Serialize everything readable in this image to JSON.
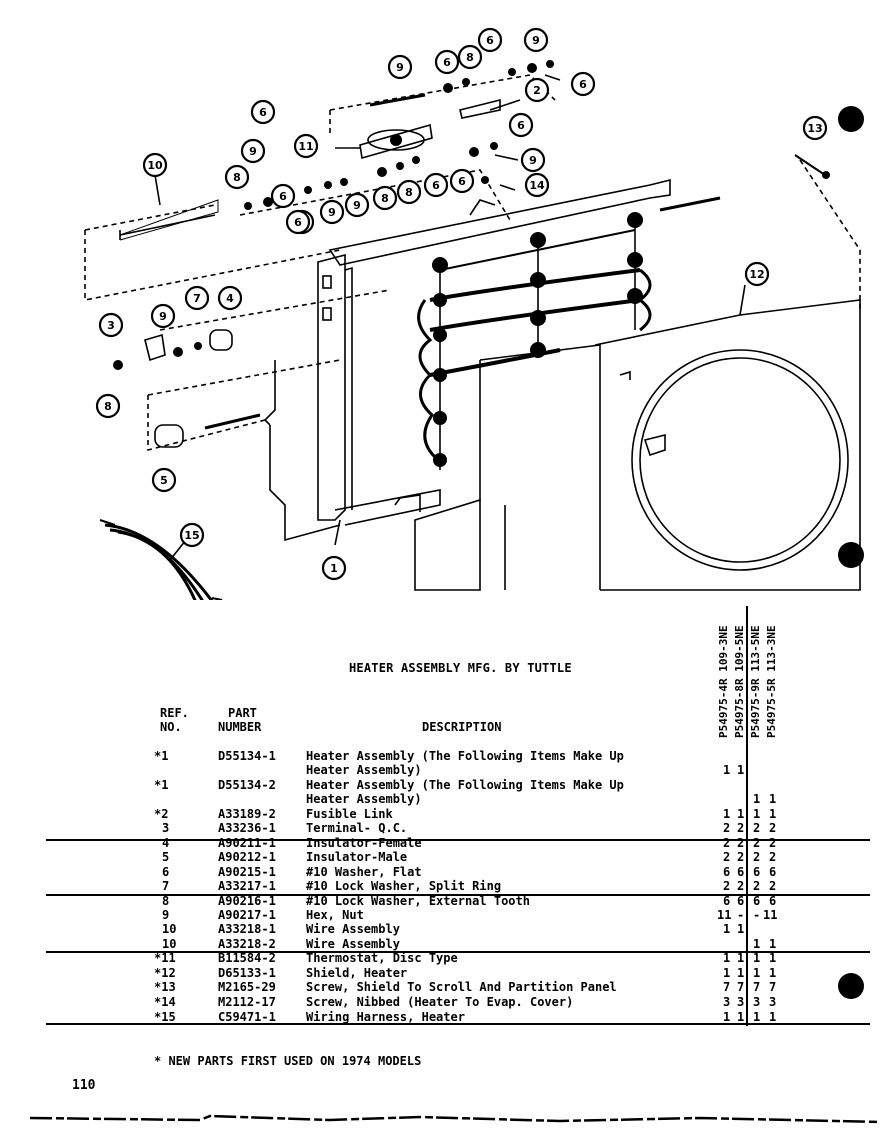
{
  "diagram": {
    "callouts": [
      {
        "n": "1"
      },
      {
        "n": "2"
      },
      {
        "n": "3"
      },
      {
        "n": "4"
      },
      {
        "n": "5"
      },
      {
        "n": "6"
      },
      {
        "n": "6"
      },
      {
        "n": "6"
      },
      {
        "n": "6"
      },
      {
        "n": "6"
      },
      {
        "n": "6"
      },
      {
        "n": "6"
      },
      {
        "n": "6"
      },
      {
        "n": "6"
      },
      {
        "n": "6"
      },
      {
        "n": "7"
      },
      {
        "n": "8"
      },
      {
        "n": "8"
      },
      {
        "n": "8"
      },
      {
        "n": "8"
      },
      {
        "n": "8"
      },
      {
        "n": "9"
      },
      {
        "n": "9"
      },
      {
        "n": "9"
      },
      {
        "n": "9"
      },
      {
        "n": "9"
      },
      {
        "n": "9"
      },
      {
        "n": "9"
      },
      {
        "n": "10"
      },
      {
        "n": "11"
      },
      {
        "n": "12"
      },
      {
        "n": "13"
      },
      {
        "n": "14"
      },
      {
        "n": "15"
      }
    ]
  },
  "header": {
    "title": "HEATER ASSEMBLY  MFG. BY TUTTLE",
    "ref_label_1": "REF.",
    "ref_label_2": "NO.",
    "part_label_1": "PART",
    "part_label_2": "NUMBER",
    "desc_label": "DESCRIPTION",
    "models": [
      "P54975-4R 109-3NE",
      "P54975-8R 109-5NE",
      "P54975-9R 113-5NE",
      "P54975-5R 113-3NE"
    ]
  },
  "parts": [
    {
      "ref": "*1",
      "part": "D55134-1",
      "desc": "Heater Assembly (The Following Items Make Up",
      "desc2": "Heater Assembly)",
      "qty": [
        "1",
        "1",
        "",
        ""
      ]
    },
    {
      "ref": "*1",
      "part": "D55134-2",
      "desc": "Heater Assembly (The Following Items Make Up",
      "desc2": "Heater Assembly)",
      "qty": [
        "",
        "",
        "1",
        "1"
      ]
    },
    {
      "ref": "*2",
      "part": "A33189-2",
      "desc": "Fusible Link",
      "qty": [
        "1",
        "1",
        "1",
        "1"
      ]
    },
    {
      "ref": "3",
      "part": "A33236-1",
      "desc": "Terminal- Q.C.",
      "qty": [
        "2",
        "2",
        "2",
        "2"
      ]
    },
    {
      "ref": "4",
      "part": "A90211-1",
      "desc": "Insulator-Female",
      "qty": [
        "2",
        "2",
        "2",
        "2"
      ]
    },
    {
      "ref": "5",
      "part": "A90212-1",
      "desc": "Insulator-Male",
      "qty": [
        "2",
        "2",
        "2",
        "2"
      ]
    },
    {
      "ref": "6",
      "part": "A90215-1",
      "desc": "#10 Washer, Flat",
      "qty": [
        "6",
        "6",
        "6",
        "6"
      ]
    },
    {
      "ref": "7",
      "part": "A33217-1",
      "desc": "#10 Lock Washer, Split Ring",
      "qty": [
        "2",
        "2",
        "2",
        "2"
      ]
    },
    {
      "ref": "8",
      "part": "A90216-1",
      "desc": "#10 Lock Washer, External Tooth",
      "qty": [
        "6",
        "6",
        "6",
        "6"
      ]
    },
    {
      "ref": "9",
      "part": "A90217-1",
      "desc": "Hex, Nut",
      "qty": [
        "11",
        "-",
        "-",
        "11"
      ]
    },
    {
      "ref": "10",
      "part": "A33218-1",
      "desc": "Wire Assembly",
      "qty": [
        "1",
        "1",
        "",
        ""
      ]
    },
    {
      "ref": "10",
      "part": "A33218-2",
      "desc": "Wire Assembly",
      "qty": [
        "",
        "",
        "1",
        "1"
      ]
    },
    {
      "ref": "*11",
      "part": "B11584-2",
      "desc": "Thermostat, Disc Type",
      "qty": [
        "1",
        "1",
        "1",
        "1"
      ]
    },
    {
      "ref": "*12",
      "part": "D65133-1",
      "desc": "Shield, Heater",
      "qty": [
        "1",
        "1",
        "1",
        "1"
      ]
    },
    {
      "ref": "*13",
      "part": "M2165-29",
      "desc": "Screw, Shield To Scroll And Partition Panel",
      "qty": [
        "7",
        "7",
        "7",
        "7"
      ]
    },
    {
      "ref": "*14",
      "part": "M2112-17",
      "desc": "Screw, Nibbed (Heater To Evap. Cover)",
      "qty": [
        "3",
        "3",
        "3",
        "3"
      ]
    },
    {
      "ref": "*15",
      "part": "C59471-1",
      "desc": "Wiring Harness, Heater",
      "qty": [
        "1",
        "1",
        "1",
        "1"
      ]
    }
  ],
  "footnote": "* NEW PARTS FIRST USED ON 1974 MODELS",
  "page_number": "110"
}
